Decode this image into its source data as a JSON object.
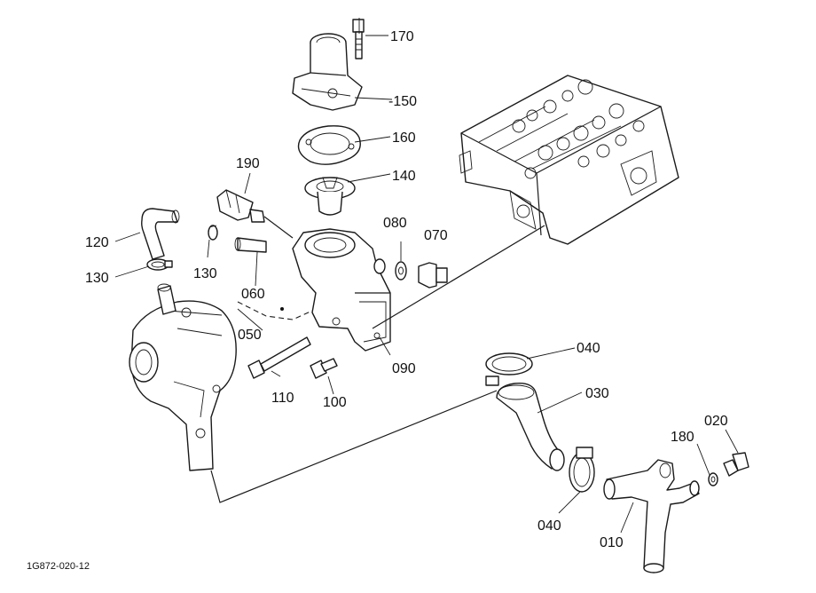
{
  "diagram_code": "1G872-020-12",
  "labels": {
    "p170": "170",
    "p150": "-150",
    "p160": "160",
    "p140": "140",
    "p190": "190",
    "p120": "120",
    "p130a": "130",
    "p130b": "130",
    "p060": "060",
    "p050": "050",
    "p080": "080",
    "p070": "070",
    "p090": "090",
    "p110": "110",
    "p100": "100",
    "p040a": "040",
    "p030": "030",
    "p040b": "040",
    "p010": "010",
    "p180": "180",
    "p020": "020"
  }
}
